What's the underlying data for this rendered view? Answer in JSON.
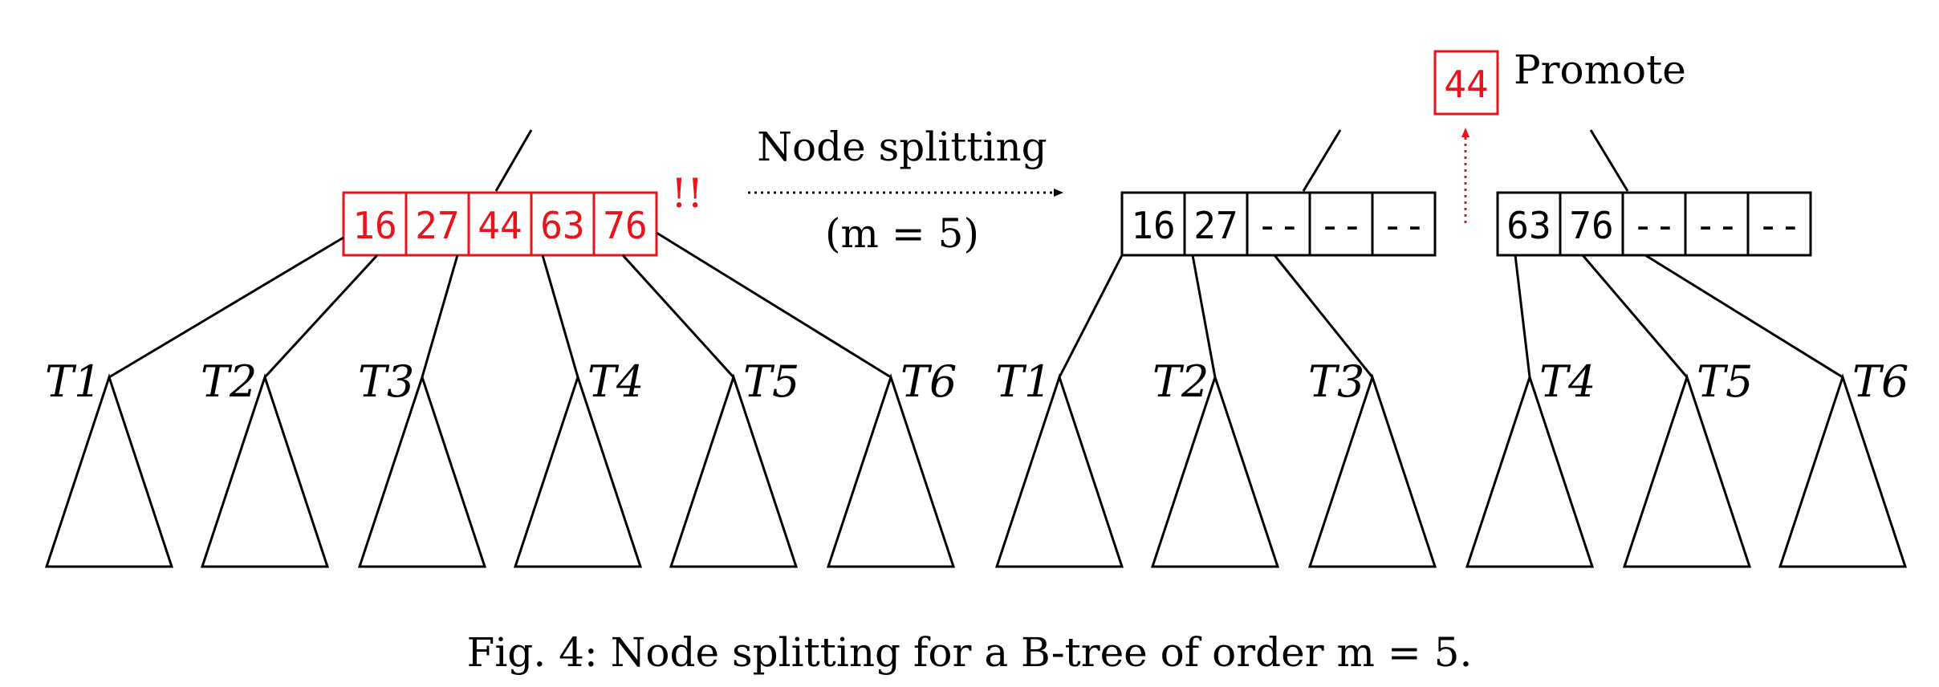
{
  "colors": {
    "overflow": "#e8141c",
    "ink": "#000000",
    "background": "#ffffff"
  },
  "overflow_node": {
    "keys": [
      "16",
      "27",
      "44",
      "63",
      "76"
    ],
    "alert": "!!"
  },
  "arrow": {
    "label": "Node splitting",
    "param": "(m = 5)"
  },
  "left_node": {
    "keys": [
      "16",
      "27",
      "--",
      "--",
      "--"
    ]
  },
  "right_node": {
    "keys": [
      "63",
      "76",
      "--",
      "--",
      "--"
    ]
  },
  "promote": {
    "key": "44",
    "label": "Promote"
  },
  "subtrees_before": [
    "T1",
    "T2",
    "T3",
    "T4",
    "T5",
    "T6"
  ],
  "subtrees_after": [
    "T1",
    "T2",
    "T3",
    "T4",
    "T5",
    "T6"
  ],
  "caption": "Fig. 4: Node splitting for a B-tree of order m = 5."
}
